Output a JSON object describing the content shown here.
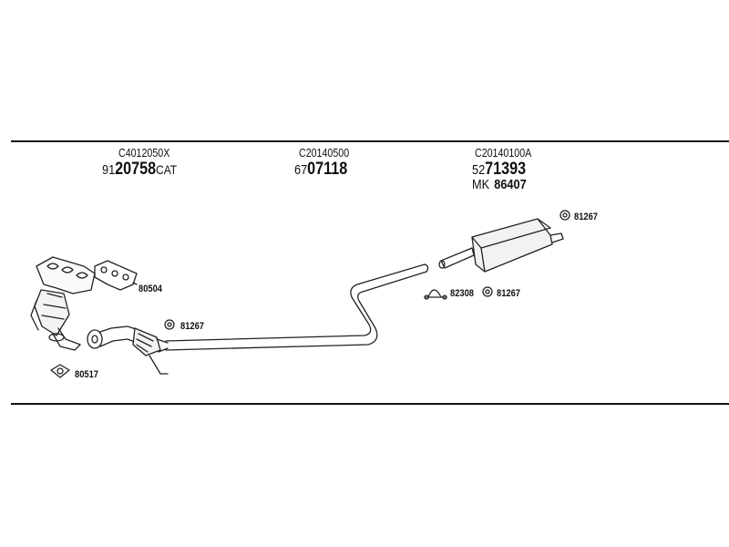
{
  "groups": [
    {
      "code": "C4012050X",
      "num_prefix": "91",
      "num_bold": "20758",
      "num_suffix": "CAT"
    },
    {
      "code": "C20140500",
      "num_prefix": "67",
      "num_bold": "07118",
      "num_suffix": ""
    },
    {
      "code": "C20140100A",
      "num_prefix": "52",
      "num_bold": "71393",
      "num_suffix": "",
      "mk_label": "MK",
      "mk_value": "86407"
    }
  ],
  "parts": {
    "hanger_rear": "81267",
    "gasket_manifold": "80504",
    "hanger_front": "81267",
    "clamp": "82308",
    "hanger_mid": "81267",
    "gasket_flange": "80517"
  }
}
